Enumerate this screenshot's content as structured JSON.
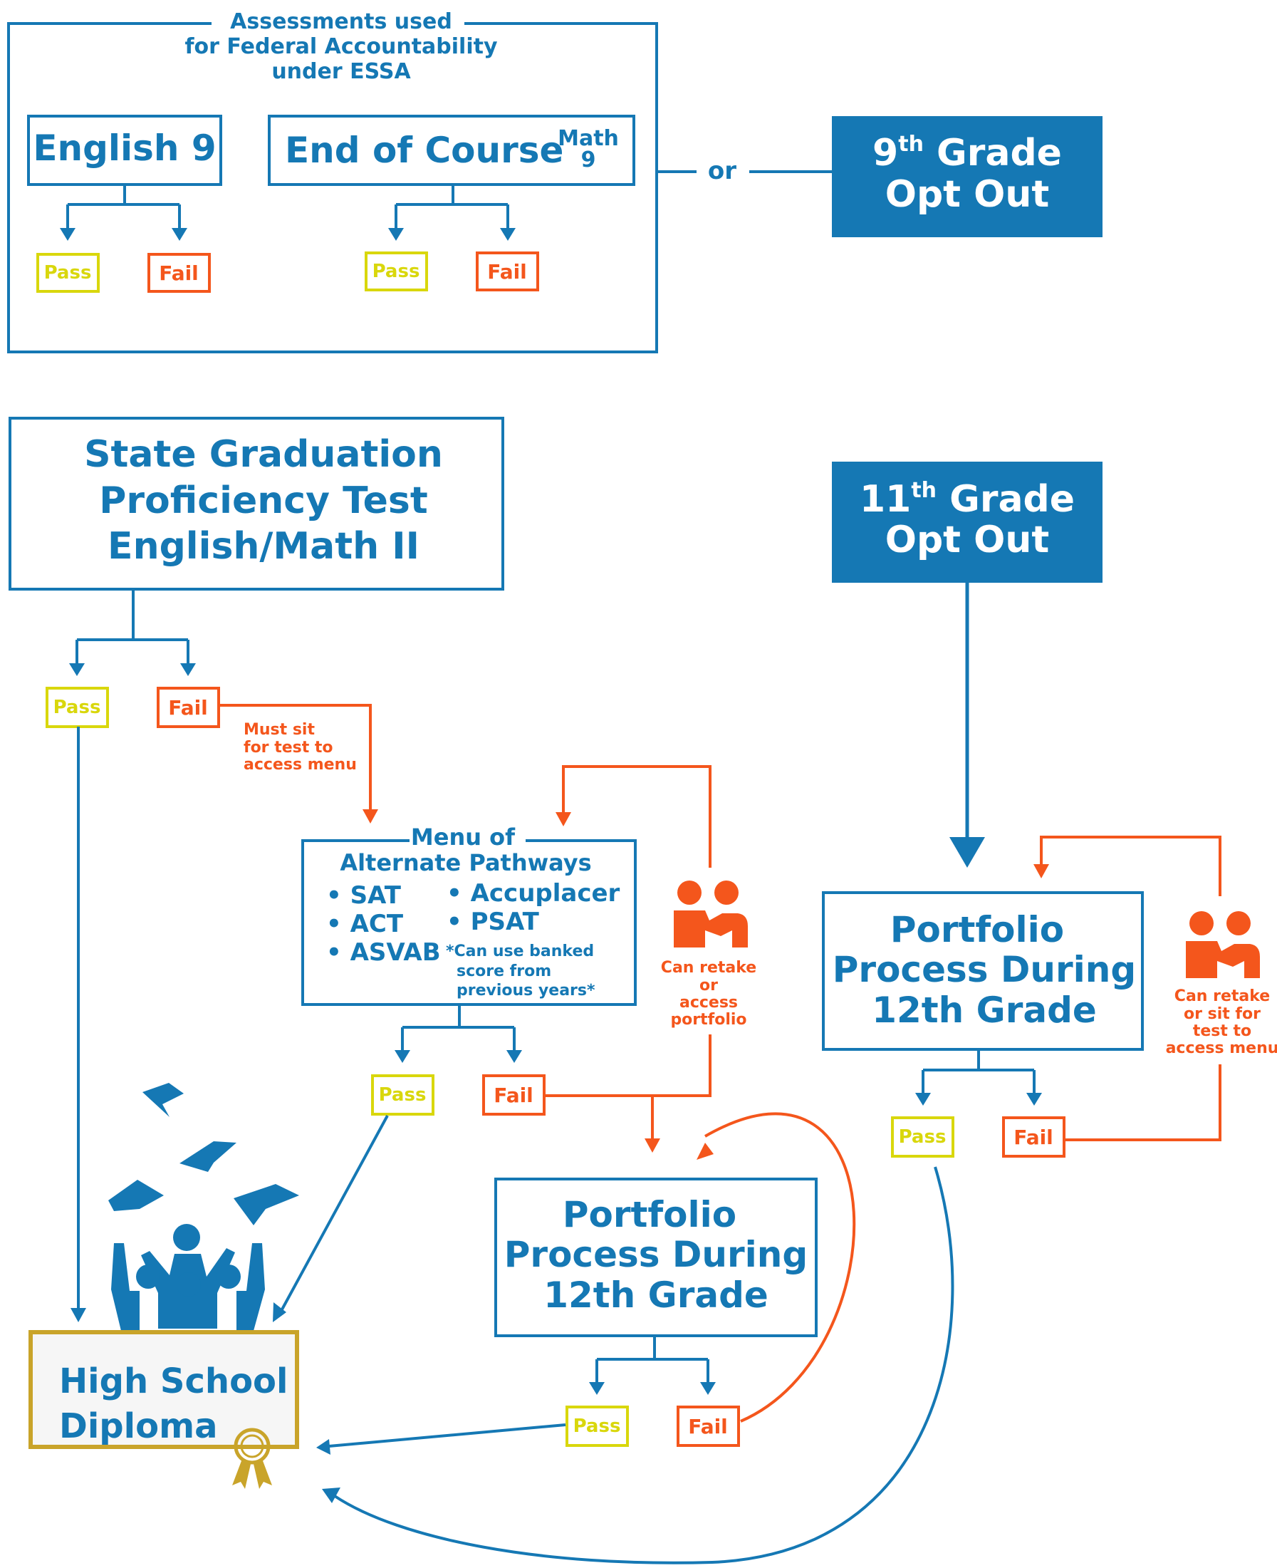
{
  "colors": {
    "blue": "#1578b4",
    "orange": "#f4561c",
    "yellow": "#d9d70c",
    "gold": "#c9a42a"
  },
  "essa_box": {
    "title_lines": [
      "Assessments used",
      "for Federal Accountability",
      "under ESSA"
    ]
  },
  "english9": {
    "label": "English 9",
    "pass": "Pass",
    "fail": "Fail"
  },
  "eoc": {
    "label": "End of Course",
    "sup_line1": "Math",
    "sup_line2": "9",
    "pass": "Pass",
    "fail": "Fail"
  },
  "or_label": "or",
  "opt_out_9": {
    "num": "9",
    "sup": "th",
    "rest": " Grade",
    "line2": "Opt Out"
  },
  "sgpt": {
    "lines": [
      "State Graduation",
      "Proficiency Test",
      "English/Math II"
    ],
    "pass": "Pass",
    "fail": "Fail",
    "fail_note": [
      "Must sit",
      "for test to",
      "access menu"
    ]
  },
  "menu": {
    "title_lines": [
      "Menu of",
      "Alternate Pathways"
    ],
    "left_items": [
      "• SAT",
      "• ACT",
      "• ASVAB"
    ],
    "right_items": [
      "• Accuplacer",
      "• PSAT"
    ],
    "note_lines": [
      "*Can use banked",
      "score from",
      "previous years*"
    ],
    "pass": "Pass",
    "fail": "Fail"
  },
  "retake_note_1": [
    "Can retake",
    "or",
    "access",
    "portfolio"
  ],
  "portfolio_center": {
    "lines": [
      "Portfolio",
      "Process During",
      "12th Grade"
    ],
    "pass": "Pass",
    "fail": "Fail"
  },
  "opt_out_11": {
    "num": "11",
    "sup": "th",
    "rest": " Grade",
    "line2": "Opt Out"
  },
  "portfolio_right": {
    "lines": [
      "Portfolio",
      "Process During",
      "12th Grade"
    ],
    "pass": "Pass",
    "fail": "Fail"
  },
  "retake_note_2": [
    "Can retake",
    "or sit for",
    "test to",
    "access menu"
  ],
  "diploma": {
    "lines": [
      "High School",
      "Diploma"
    ]
  },
  "icons": [
    "people-help-icon",
    "graduates-icon",
    "graduation-cap-icon",
    "award-ribbon-icon"
  ]
}
